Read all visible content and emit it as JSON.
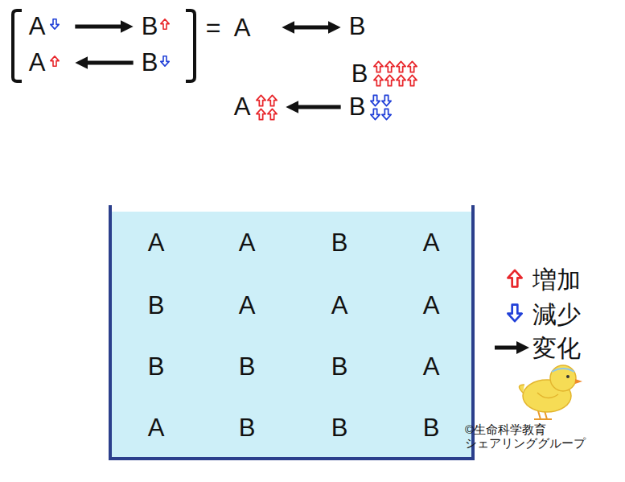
{
  "diagram": {
    "nodes": [
      {
        "text": [
          "A"
        ]
      },
      {
        "text": [
          "B"
        ]
      },
      {
        "text": [
          "A"
        ]
      },
      {
        "text": [
          "B"
        ]
      },
      {
        "text": [
          "A"
        ]
      },
      {
        "text": [
          "B"
        ]
      },
      {
        "text": [
          "B"
        ]
      },
      {
        "text": [
          "A"
        ]
      },
      {
        "text": [
          "B"
        ]
      },
      {
        "text": [
          "A",
          "A",
          "B",
          "A",
          "B",
          "A",
          "A",
          "A",
          "B",
          "B",
          "B",
          "A",
          "A",
          "B",
          "B",
          "B"
        ]
      }
    ],
    "edges": [
      {
        "from": 0,
        "to": 1,
        "arrow": "to"
      },
      {
        "from": 3,
        "to": 2,
        "arrow": "to"
      },
      {
        "from": 4,
        "to": 5,
        "arrow": "both"
      },
      {
        "from": 8,
        "to": 7,
        "arrow": "to"
      }
    ],
    "labels": [
      "=",
      "©生命科学教育 シェアリンググループ"
    ],
    "legend": [
      {
        "text": "増加"
      },
      {
        "text": "減少"
      },
      {
        "text": "変化"
      }
    ]
  }
}
